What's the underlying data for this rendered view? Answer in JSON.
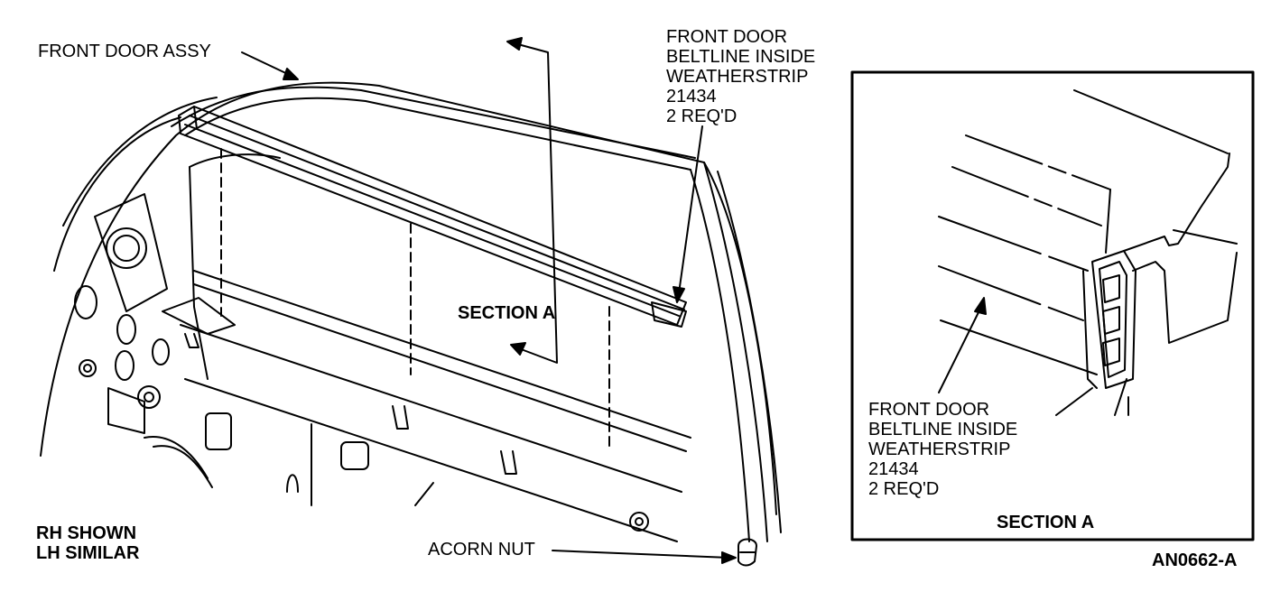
{
  "labels": {
    "front_door_assy": "FRONT DOOR ASSY",
    "weatherstrip_top": {
      "line1": "FRONT DOOR",
      "line2": "BELTLINE INSIDE",
      "line3": "WEATHERSTRIP",
      "line4": "21434",
      "line5": "2 REQ'D"
    },
    "section_a_main": "SECTION A",
    "rh_shown": "RH SHOWN",
    "lh_similar": "LH SIMILAR",
    "acorn_nut": "ACORN NUT",
    "weatherstrip_inset": {
      "line1": "FRONT DOOR",
      "line2": "BELTLINE INSIDE",
      "line3": "WEATHERSTRIP",
      "line4": "21434",
      "line5": "2 REQ'D"
    },
    "section_a_inset": "SECTION A",
    "figure_id": "AN0662-A"
  },
  "colors": {
    "ink": "#000000",
    "paper": "#ffffff"
  }
}
